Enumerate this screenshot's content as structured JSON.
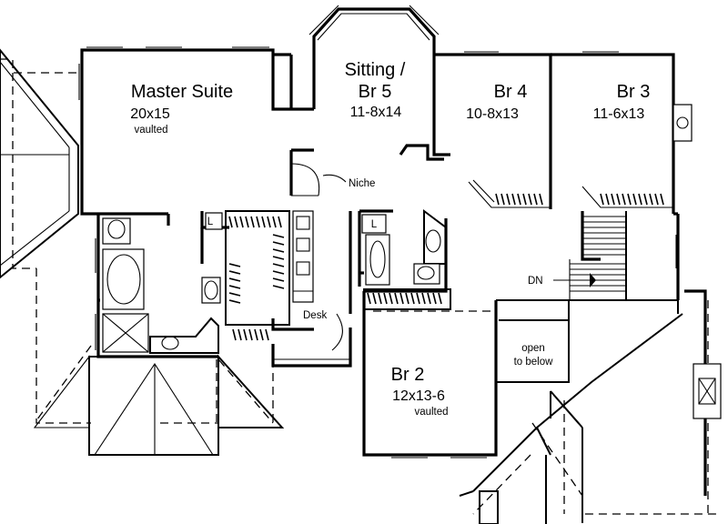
{
  "rooms": {
    "master": {
      "name": "Master Suite",
      "dims": "20x15",
      "note": "vaulted"
    },
    "sitting": {
      "name_line1": "Sitting /",
      "name_line2": "Br 5",
      "dims": "11-8x14"
    },
    "br4": {
      "name": "Br 4",
      "dims": "10-8x13"
    },
    "br3": {
      "name": "Br 3",
      "dims": "11-6x13"
    },
    "br2": {
      "name": "Br 2",
      "dims": "12x13-6",
      "note": "vaulted"
    }
  },
  "labels": {
    "niche": "Niche",
    "desk": "Desk",
    "dn": "DN",
    "open_line1": "open",
    "open_line2": "to below",
    "linen_a": "L",
    "linen_b": "L"
  }
}
